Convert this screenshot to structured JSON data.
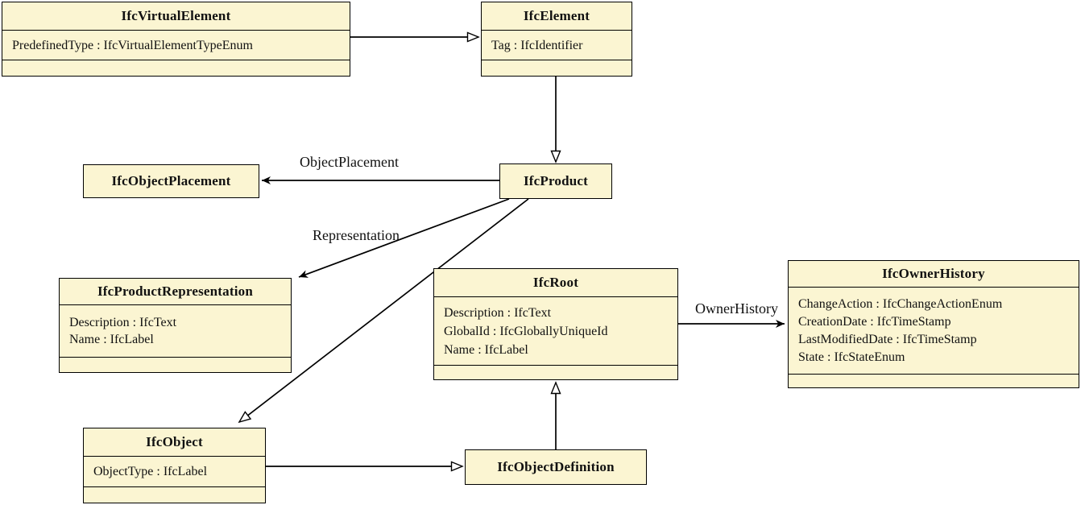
{
  "diagram": {
    "kind": "uml-class-diagram",
    "subject": "IFC entity inheritance and associations",
    "colors": {
      "box_fill": "#fbf5d2",
      "box_border": "#000000",
      "line": "#000000",
      "text": "#111111",
      "background": "#ffffff"
    },
    "classes": [
      {
        "id": "IfcVirtualElement",
        "title": "IfcVirtualElement",
        "attributes": [
          "PredefinedType : IfcVirtualElementTypeEnum"
        ]
      },
      {
        "id": "IfcElement",
        "title": "IfcElement",
        "attributes": [
          "Tag : IfcIdentifier"
        ]
      },
      {
        "id": "IfcObjectPlacement",
        "title": "IfcObjectPlacement",
        "attributes": []
      },
      {
        "id": "IfcProduct",
        "title": "IfcProduct",
        "attributes": []
      },
      {
        "id": "IfcProductRepresentation",
        "title": "IfcProductRepresentation",
        "attributes": [
          "Description : IfcText",
          "Name : IfcLabel"
        ]
      },
      {
        "id": "IfcRoot",
        "title": "IfcRoot",
        "attributes": [
          "Description : IfcText",
          "GlobalId : IfcGloballyUniqueId",
          "Name : IfcLabel"
        ]
      },
      {
        "id": "IfcOwnerHistory",
        "title": "IfcOwnerHistory",
        "attributes": [
          "ChangeAction : IfcChangeActionEnum",
          "CreationDate : IfcTimeStamp",
          "LastModifiedDate : IfcTimeStamp",
          "State : IfcStateEnum"
        ]
      },
      {
        "id": "IfcObject",
        "title": "IfcObject",
        "attributes": [
          "ObjectType : IfcLabel"
        ]
      },
      {
        "id": "IfcObjectDefinition",
        "title": "IfcObjectDefinition",
        "attributes": []
      }
    ],
    "relationships": [
      {
        "from": "IfcVirtualElement",
        "to": "IfcElement",
        "type": "generalization",
        "label": ""
      },
      {
        "from": "IfcElement",
        "to": "IfcProduct",
        "type": "generalization",
        "label": ""
      },
      {
        "from": "IfcProduct",
        "to": "IfcObjectPlacement",
        "type": "association",
        "label": "ObjectPlacement"
      },
      {
        "from": "IfcProduct",
        "to": "IfcProductRepresentation",
        "type": "association",
        "label": "Representation"
      },
      {
        "from": "IfcProduct",
        "to": "IfcObject",
        "type": "generalization",
        "label": ""
      },
      {
        "from": "IfcObject",
        "to": "IfcObjectDefinition",
        "type": "generalization",
        "label": ""
      },
      {
        "from": "IfcObjectDefinition",
        "to": "IfcRoot",
        "type": "generalization",
        "label": ""
      },
      {
        "from": "IfcRoot",
        "to": "IfcOwnerHistory",
        "type": "association",
        "label": "OwnerHistory"
      }
    ]
  }
}
